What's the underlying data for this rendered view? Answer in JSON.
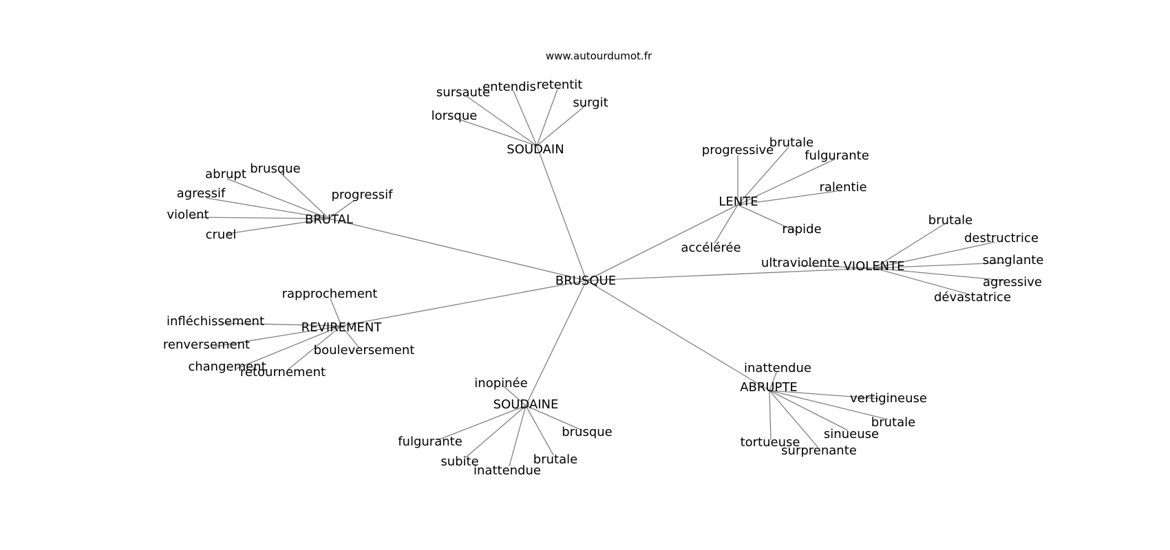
{
  "site_url": "www.autourdumot.fr",
  "graph": {
    "center": "BRUSQUE",
    "clusters": [
      {
        "hub": "SOUDAIN",
        "leaves": [
          "sursaute",
          "entendis",
          "retentit",
          "surgit",
          "lorsque"
        ]
      },
      {
        "hub": "BRUTAL",
        "leaves": [
          "brusque",
          "abrupt",
          "agressif",
          "violent",
          "cruel",
          "progressif"
        ]
      },
      {
        "hub": "LENTE",
        "leaves": [
          "progressive",
          "brutale",
          "fulgurante",
          "ralentie",
          "rapide",
          "accélérée"
        ]
      },
      {
        "hub": "VIOLENTE",
        "leaves": [
          "brutale",
          "destructrice",
          "sanglante",
          "agressive",
          "dévastatrice",
          "ultraviolente"
        ]
      },
      {
        "hub": "REVIREMENT",
        "leaves": [
          "rapprochement",
          "infléchissement",
          "renversement",
          "changement",
          "retournement",
          "bouleversement"
        ]
      },
      {
        "hub": "SOUDAINE",
        "leaves": [
          "inopinée",
          "fulgurante",
          "subite",
          "inattendue",
          "brutale",
          "brusque"
        ]
      },
      {
        "hub": "ABRUPTE",
        "leaves": [
          "inattendue",
          "vertigineuse",
          "brutale",
          "sinueuse",
          "surprenante",
          "tortueuse"
        ]
      }
    ]
  }
}
